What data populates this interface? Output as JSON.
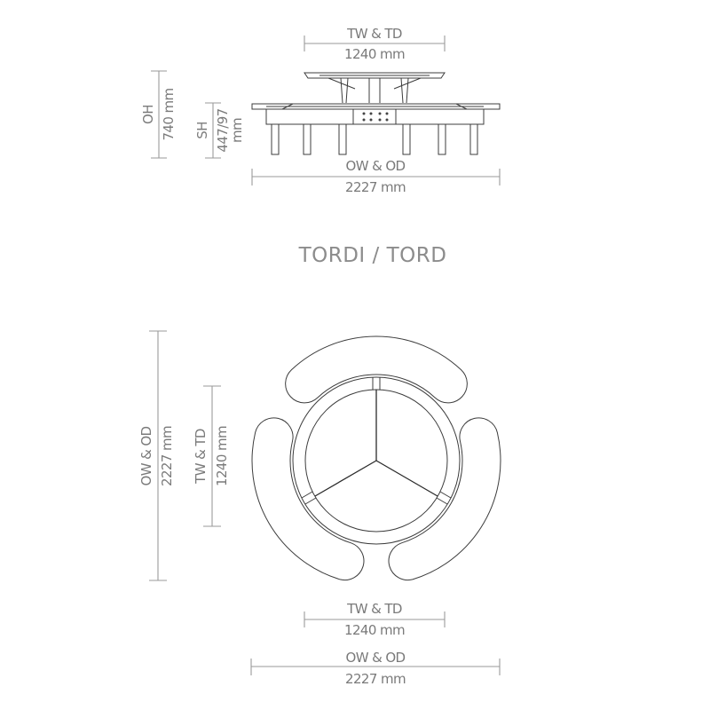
{
  "title": "TORDI / TORD",
  "side_view": {
    "top_dimension": {
      "label": "TW & TD",
      "value": "1240 mm"
    },
    "bottom_dimension": {
      "label": "OW & OD",
      "value": "2227 mm"
    },
    "height_dimension": {
      "label": "OH",
      "value": "740 mm"
    },
    "seat_dimension": {
      "label": "SH",
      "value": "447/97",
      "unit": "mm"
    }
  },
  "plan_view": {
    "left_outer_dimension": {
      "label": "OW & OD",
      "value": "2227 mm"
    },
    "left_inner_dimension": {
      "label": "TW & TD",
      "value": "1240 mm"
    },
    "bottom_inner_dimension": {
      "label": "TW & TD",
      "value": "1240 mm"
    },
    "bottom_outer_dimension": {
      "label": "OW & OD",
      "value": "2227 mm"
    }
  }
}
